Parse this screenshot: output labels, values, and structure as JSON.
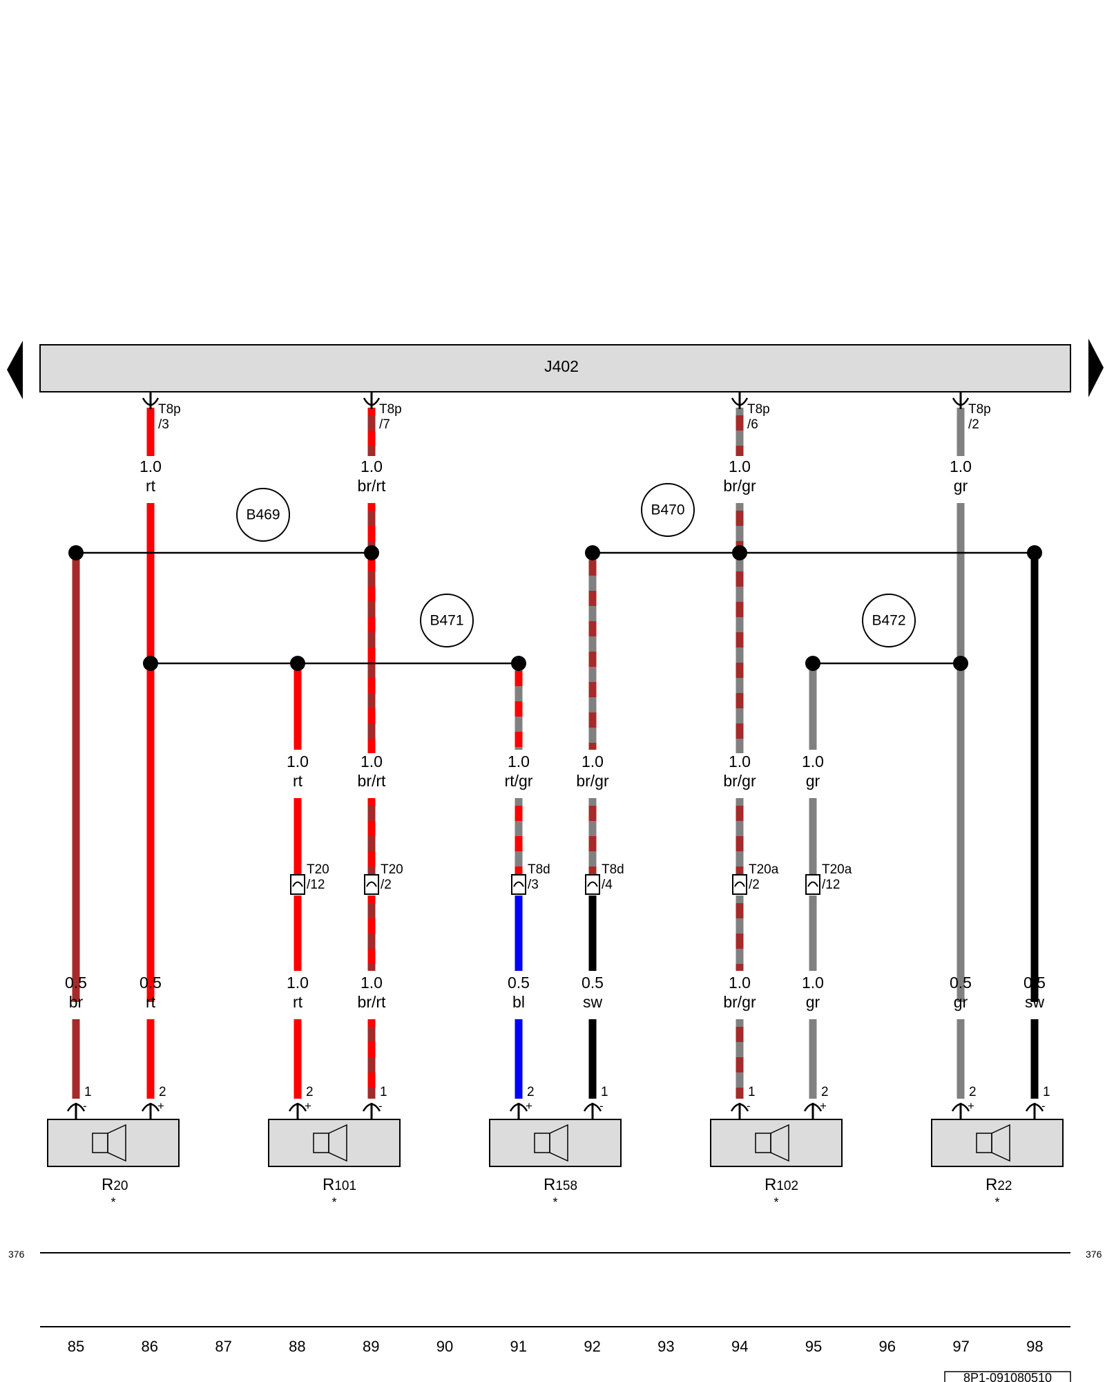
{
  "module": {
    "label": "J402"
  },
  "splices": [
    "B469",
    "B470",
    "B471",
    "B472"
  ],
  "top_connectors": [
    {
      "name": "T8p",
      "pin": "/3"
    },
    {
      "name": "T8p",
      "pin": "/7"
    },
    {
      "name": "T8p",
      "pin": "/6"
    },
    {
      "name": "T8p",
      "pin": "/2"
    }
  ],
  "wires_top": [
    {
      "size": "1.0",
      "color": "rt"
    },
    {
      "size": "1.0",
      "color": "br/rt"
    },
    {
      "size": "1.0",
      "color": "br/gr"
    },
    {
      "size": "1.0",
      "color": "gr"
    }
  ],
  "wires_mid": [
    {
      "size": "1.0",
      "color": "rt"
    },
    {
      "size": "1.0",
      "color": "br/rt"
    },
    {
      "size": "1.0",
      "color": "rt/gr"
    },
    {
      "size": "1.0",
      "color": "br/gr"
    },
    {
      "size": "1.0",
      "color": "br/gr"
    },
    {
      "size": "1.0",
      "color": "gr"
    }
  ],
  "inline_connectors": [
    {
      "name": "T20",
      "pin": "/12"
    },
    {
      "name": "T20",
      "pin": "/2"
    },
    {
      "name": "T8d",
      "pin": "/3"
    },
    {
      "name": "T8d",
      "pin": "/4"
    },
    {
      "name": "T20a",
      "pin": "/2"
    },
    {
      "name": "T20a",
      "pin": "/12"
    }
  ],
  "wires_bottom": [
    {
      "size": "0.5",
      "color": "br"
    },
    {
      "size": "0.5",
      "color": "rt"
    },
    {
      "size": "1.0",
      "color": "rt"
    },
    {
      "size": "1.0",
      "color": "br/rt"
    },
    {
      "size": "0.5",
      "color": "bl"
    },
    {
      "size": "0.5",
      "color": "sw"
    },
    {
      "size": "1.0",
      "color": "br/gr"
    },
    {
      "size": "1.0",
      "color": "gr"
    },
    {
      "size": "0.5",
      "color": "gr"
    },
    {
      "size": "0.5",
      "color": "sw"
    }
  ],
  "speaker_pins": [
    {
      "pin": "1",
      "sign": "-"
    },
    {
      "pin": "2",
      "sign": "+"
    },
    {
      "pin": "2",
      "sign": "+"
    },
    {
      "pin": "1",
      "sign": "-"
    },
    {
      "pin": "2",
      "sign": "+"
    },
    {
      "pin": "1",
      "sign": "-"
    },
    {
      "pin": "1",
      "sign": "-"
    },
    {
      "pin": "2",
      "sign": "+"
    },
    {
      "pin": "2",
      "sign": "+"
    },
    {
      "pin": "1",
      "sign": "-"
    }
  ],
  "speakers": [
    {
      "prefix": "R",
      "num": "20",
      "note": "*"
    },
    {
      "prefix": "R",
      "num": "101",
      "note": "*"
    },
    {
      "prefix": "R",
      "num": "158",
      "note": "*"
    },
    {
      "prefix": "R",
      "num": "102",
      "note": "*"
    },
    {
      "prefix": "R",
      "num": "22",
      "note": "*"
    }
  ],
  "ground_ref": {
    "left": "376",
    "right": "376"
  },
  "track_numbers": [
    "85",
    "86",
    "87",
    "88",
    "89",
    "90",
    "91",
    "92",
    "93",
    "94",
    "95",
    "96",
    "97",
    "98"
  ],
  "doc_id": "8P1-091080510",
  "wire_colors": {
    "rt": "#ff0000",
    "br": "#a52a2a",
    "gr": "#808080",
    "bl": "#0000ff",
    "sw": "#000000"
  }
}
